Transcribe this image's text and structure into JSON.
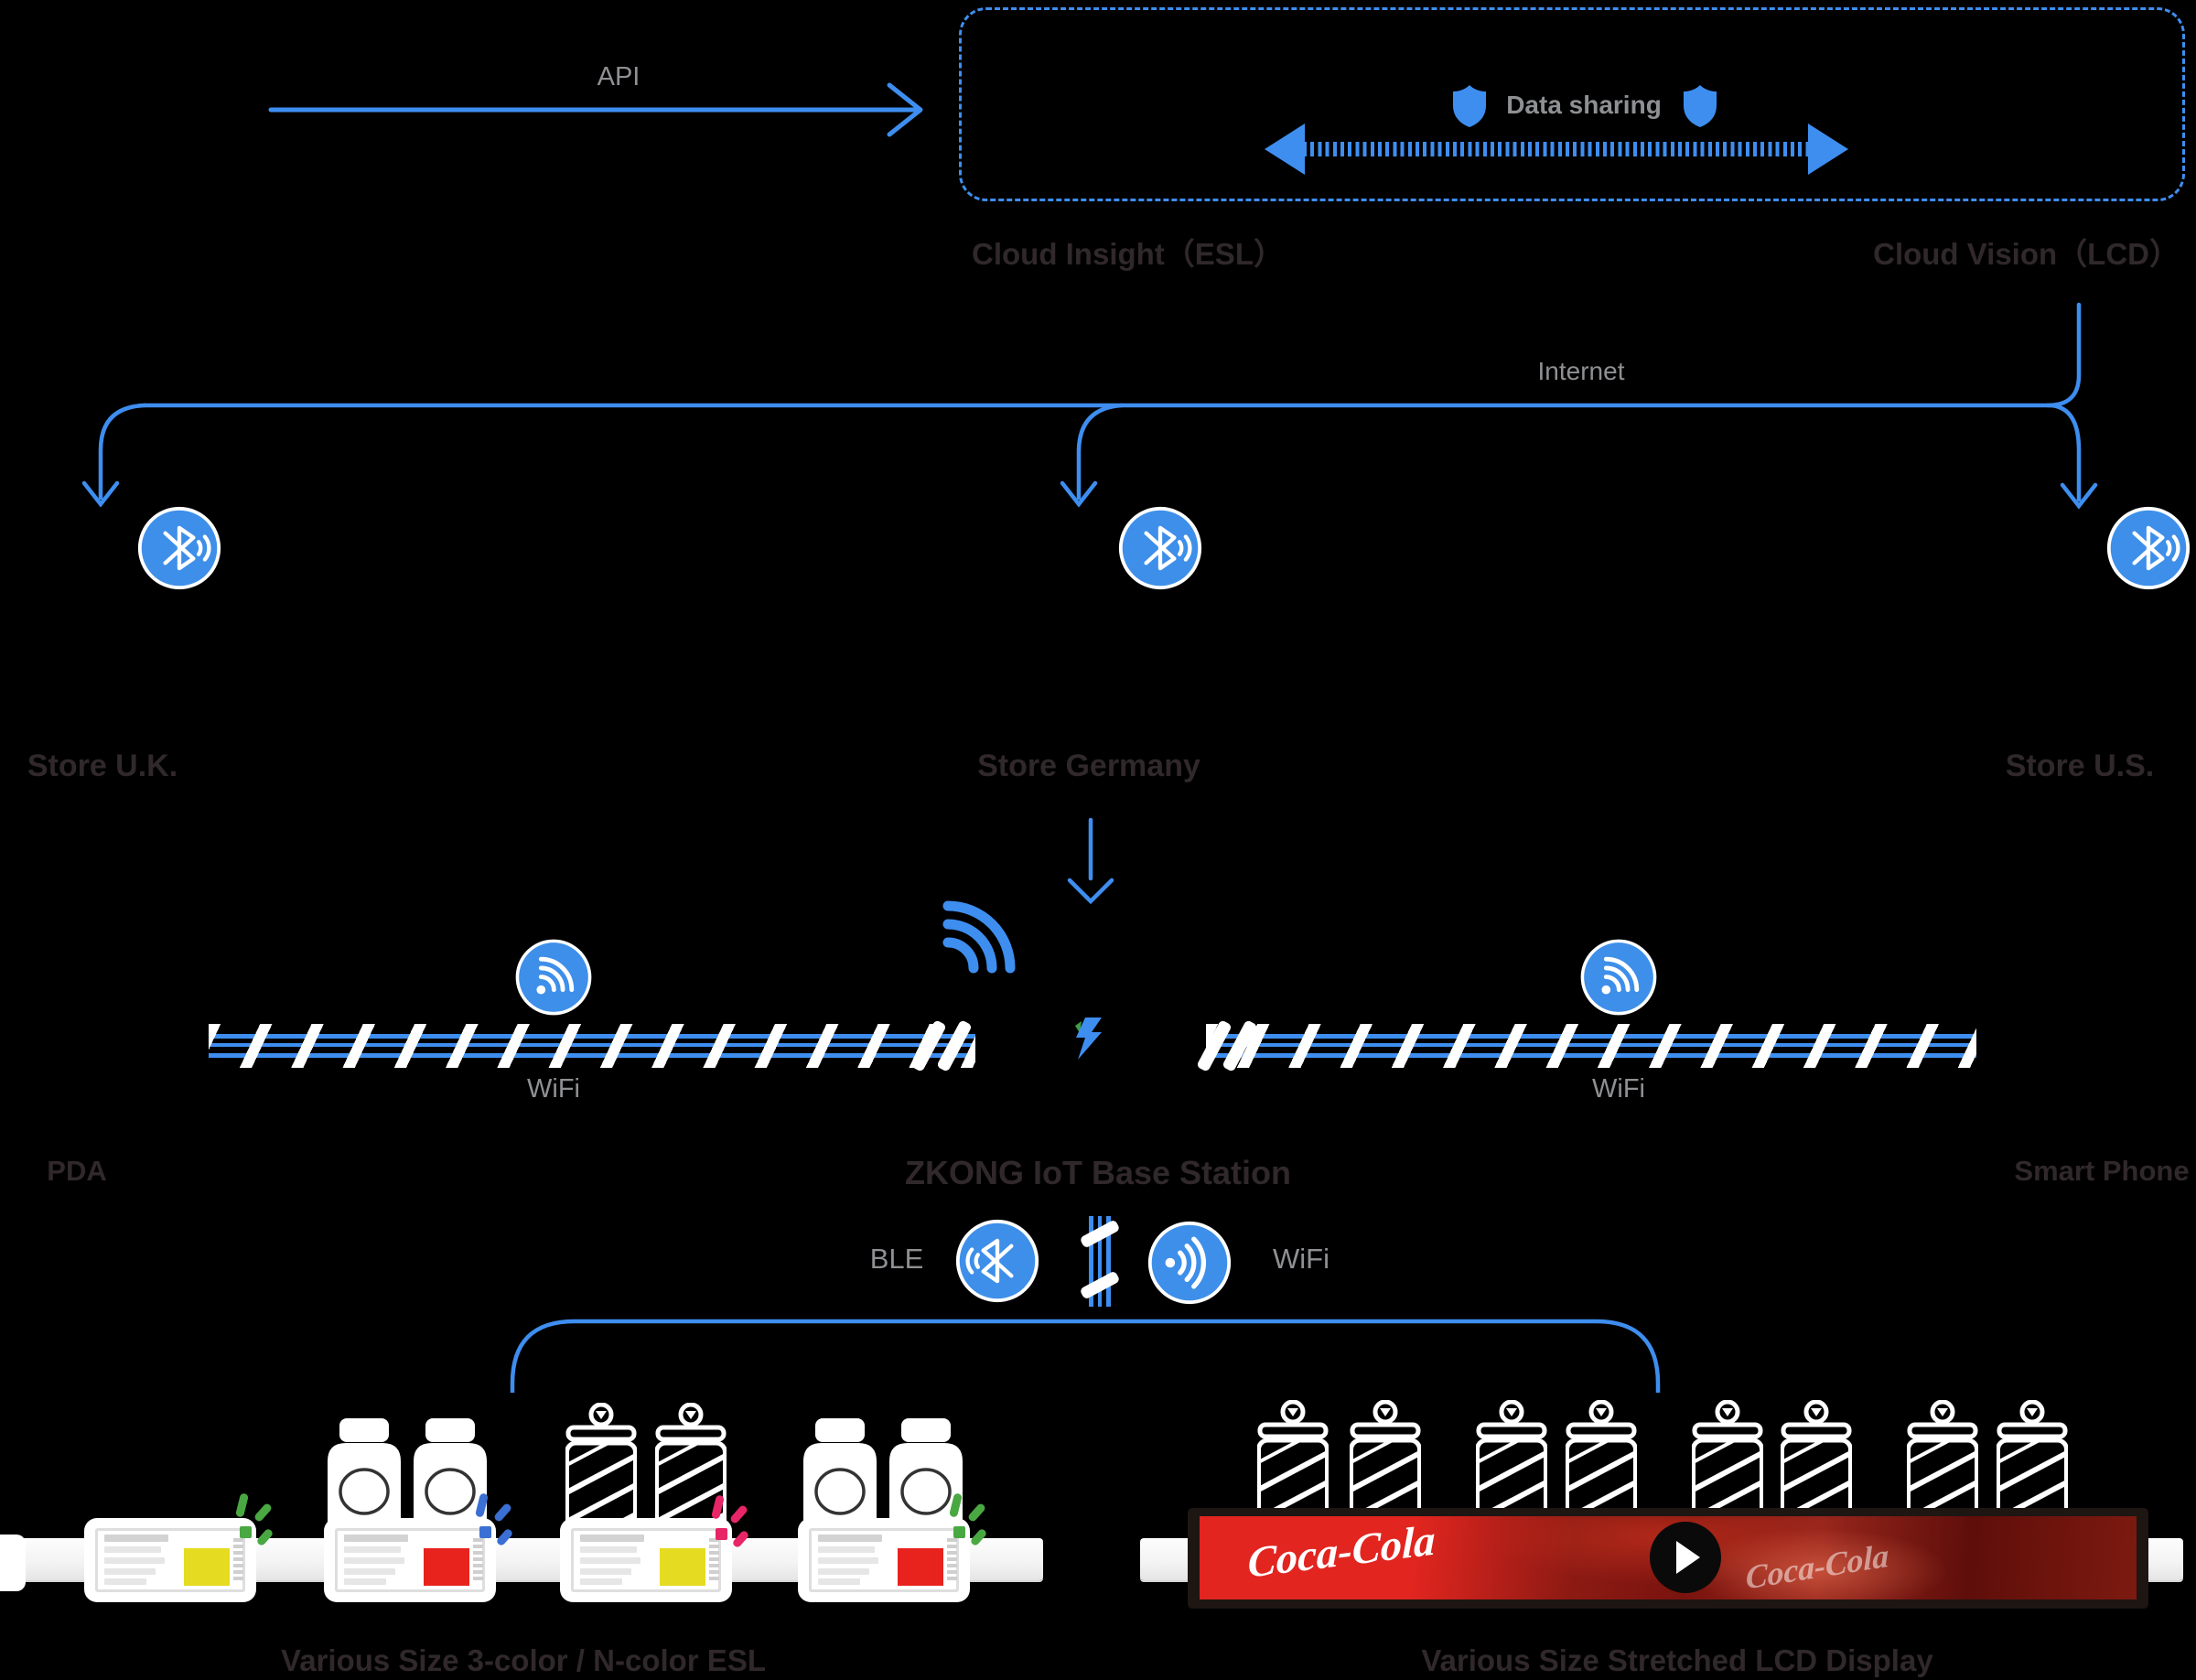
{
  "colors": {
    "accent": "#3E8EF0",
    "circle_blue": "#3E8FE9",
    "dark_text": "#30282A",
    "gray_text": "#8E9093",
    "esl_yellow": "#E5DB21",
    "esl_red": "#E8231D",
    "clip_green": "#4AA843",
    "clip_blue": "#3B6FD4",
    "clip_pink": "#E82566",
    "lcd_red": "#DD2420",
    "lcd_frame": "#1D1613",
    "logo_green": "#3F9E43"
  },
  "header": {
    "api_label": "API",
    "data_sharing_label": "Data sharing",
    "cloud_insight_label": "Cloud Insight（ESL）",
    "cloud_vision_label": "Cloud Vision（LCD）",
    "internet_label": "Internet"
  },
  "stores": {
    "uk": "Store U.K.",
    "germany": "Store Germany",
    "us": "Store U.S."
  },
  "network": {
    "wifi_left_label": "WiFi",
    "wifi_right_label": "WiFi",
    "pda_label": "PDA",
    "smart_phone_label": "Smart Phone",
    "base_station_title": "ZKONG IoT Base Station",
    "ble_label": "BLE",
    "wifi_label": "WiFi"
  },
  "shelves": {
    "esl_caption": "Various Size 3-color / N-color ESL",
    "lcd_caption": "Various Size Stretched LCD Display",
    "lcd_brand": "Coca-Cola",
    "lcd_brand_alt": "Coca-Cola",
    "esl_tags": [
      {
        "square_color": "#E5DB21",
        "clip_color": "#4AA843"
      },
      {
        "square_color": "#E8231D",
        "clip_color": "#3B6FD4"
      },
      {
        "square_color": "#E5DB21",
        "clip_color": "#E82566"
      },
      {
        "square_color": "#E8231D",
        "clip_color": "#4AA843"
      }
    ]
  }
}
